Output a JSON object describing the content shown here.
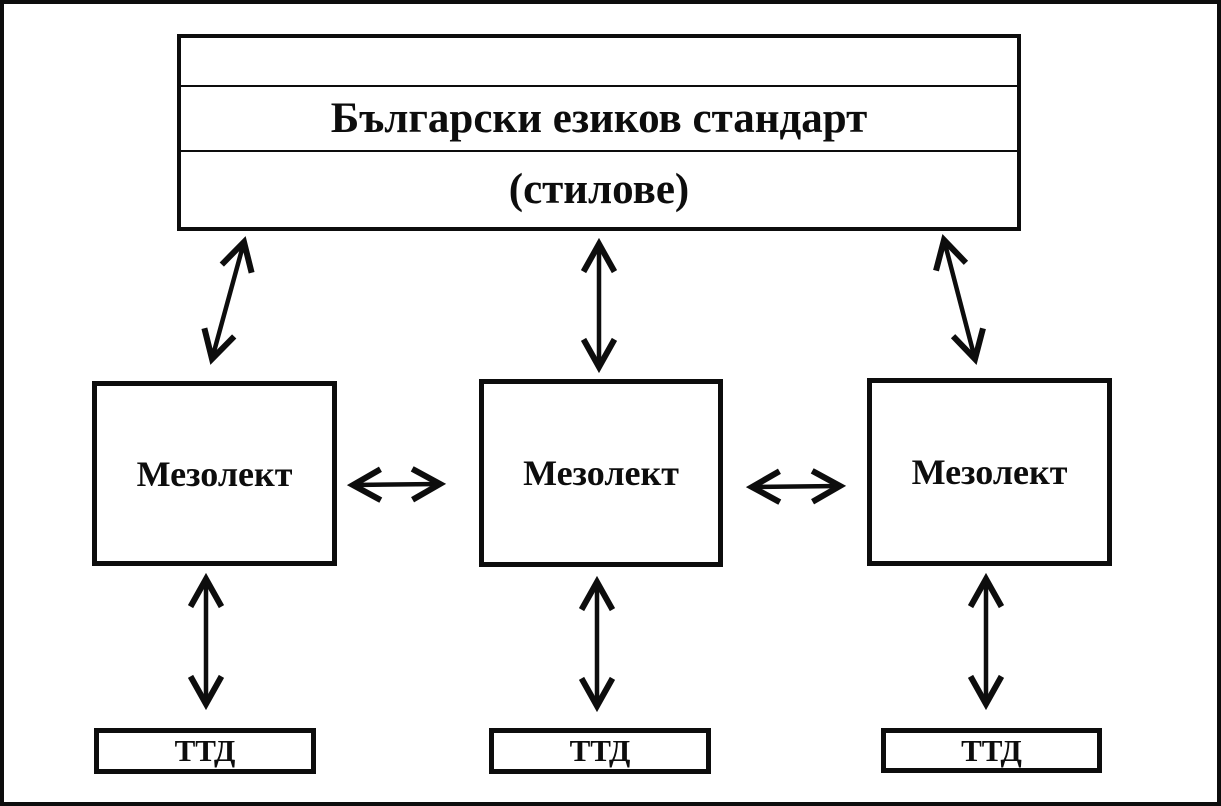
{
  "diagram": {
    "standard_box": {
      "empty_row": "",
      "title": "Български езиков стандарт",
      "subtitle": "(стилове)"
    },
    "mesolects": [
      {
        "label": "Мезолект"
      },
      {
        "label": "Мезолект"
      },
      {
        "label": "Мезолект"
      }
    ],
    "ttd_boxes": [
      {
        "label": "ТТД"
      },
      {
        "label": "ТТД"
      },
      {
        "label": "ТТД"
      }
    ],
    "edges": [
      {
        "from": "standard-box",
        "to": "mesolect-left",
        "direction": "bidirectional"
      },
      {
        "from": "standard-box",
        "to": "mesolect-middle",
        "direction": "bidirectional"
      },
      {
        "from": "standard-box",
        "to": "mesolect-right",
        "direction": "bidirectional"
      },
      {
        "from": "mesolect-left",
        "to": "mesolect-middle",
        "direction": "bidirectional"
      },
      {
        "from": "mesolect-middle",
        "to": "mesolect-right",
        "direction": "bidirectional"
      },
      {
        "from": "mesolect-left",
        "to": "ttd-left",
        "direction": "bidirectional"
      },
      {
        "from": "mesolect-middle",
        "to": "ttd-middle",
        "direction": "bidirectional"
      },
      {
        "from": "mesolect-right",
        "to": "ttd-right",
        "direction": "bidirectional"
      }
    ],
    "colors": {
      "ink": "#0d0d0d",
      "background": "#ffffff"
    }
  }
}
